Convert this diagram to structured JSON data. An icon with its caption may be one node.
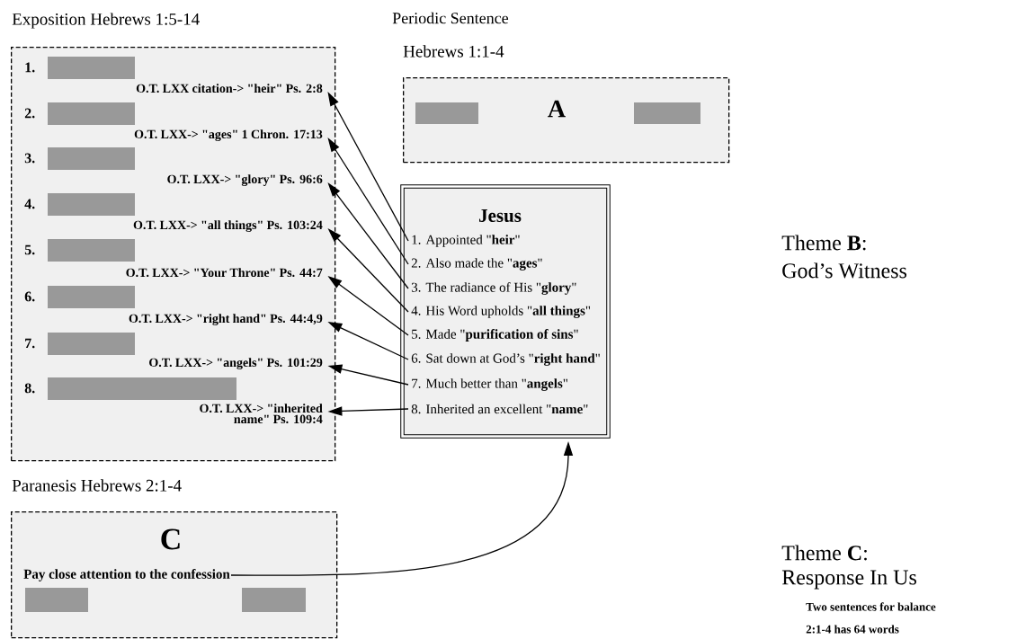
{
  "diagram": {
    "nodes": [
      {
        "text": [
          "Exposition Hebrews 1:5-14"
        ]
      },
      {
        "text": [
          "1.",
          "O.T. LXX citation-> \"heir\" Ps. 2:8"
        ],
        "in": 0
      },
      {
        "text": [
          "2.",
          "O.T. LXX-> \"ages\" 1 Chron. 17:13"
        ],
        "in": 0
      },
      {
        "text": [
          "3.",
          "O.T. LXX-> \"glory\" Ps. 96:6"
        ],
        "in": 0
      },
      {
        "text": [
          "4.",
          "O.T. LXX-> \"all things\" Ps. 103:24"
        ],
        "in": 0
      },
      {
        "text": [
          "5.",
          "O.T. LXX-> \"Your Throne\" Ps. 44:7"
        ],
        "in": 0
      },
      {
        "text": [
          "6.",
          "O.T. LXX-> \"right hand\" Ps. 44:4,9"
        ],
        "in": 0
      },
      {
        "text": [
          "7.",
          "O.T. LXX-> \"angels\" Ps. 101:29"
        ],
        "in": 0
      },
      {
        "text": [
          "8.",
          "O.T. LXX-> \"inherited name\" Ps. 109:4"
        ],
        "in": 0
      },
      {
        "text": [
          "Hebrews 1:1-4",
          "A"
        ]
      },
      {
        "text": [
          "Jesus"
        ]
      },
      {
        "text": [
          "1. Appointed \"**heir**\""
        ],
        "in": 10
      },
      {
        "text": [
          "2. Also made the \"**ages**\""
        ],
        "in": 10
      },
      {
        "text": [
          "3. The radiance of His \"**glory**\""
        ],
        "in": 10
      },
      {
        "text": [
          "4. His Word upholds \"**all things**\""
        ],
        "in": 10
      },
      {
        "text": [
          "5. Made \"**purification of sins**\""
        ],
        "in": 10
      },
      {
        "text": [
          "6. Sat down at God’s \"**right hand**\""
        ],
        "in": 10
      },
      {
        "text": [
          "7. Much better than \"**angels**\""
        ],
        "in": 10
      },
      {
        "text": [
          "8. Inherited an excellent \"**name**\""
        ],
        "in": 10
      },
      {
        "text": [
          "Paranesis Hebrews 2:1-4",
          "C"
        ]
      },
      {
        "text": [
          "Pay close attention to the confession"
        ],
        "in": 19
      }
    ],
    "edges": [
      {
        "from": 11,
        "to": 1,
        "arrow": "to"
      },
      {
        "from": 12,
        "to": 2,
        "arrow": "to"
      },
      {
        "from": 13,
        "to": 3,
        "arrow": "to"
      },
      {
        "from": 14,
        "to": 4,
        "arrow": "to"
      },
      {
        "from": 15,
        "to": 5,
        "arrow": "to"
      },
      {
        "from": 16,
        "to": 6,
        "arrow": "to"
      },
      {
        "from": 17,
        "to": 7,
        "arrow": "to"
      },
      {
        "from": 18,
        "to": 8,
        "arrow": "to"
      },
      {
        "from": 20,
        "to": 10,
        "arrow": "to"
      }
    ],
    "labels": [
      "Periodic Sentence",
      "Theme **B**:",
      "God’s Witness",
      "Theme **C**:",
      "Response In Us",
      "Two sentences for balance",
      "2:1-4 has 64 words"
    ]
  }
}
